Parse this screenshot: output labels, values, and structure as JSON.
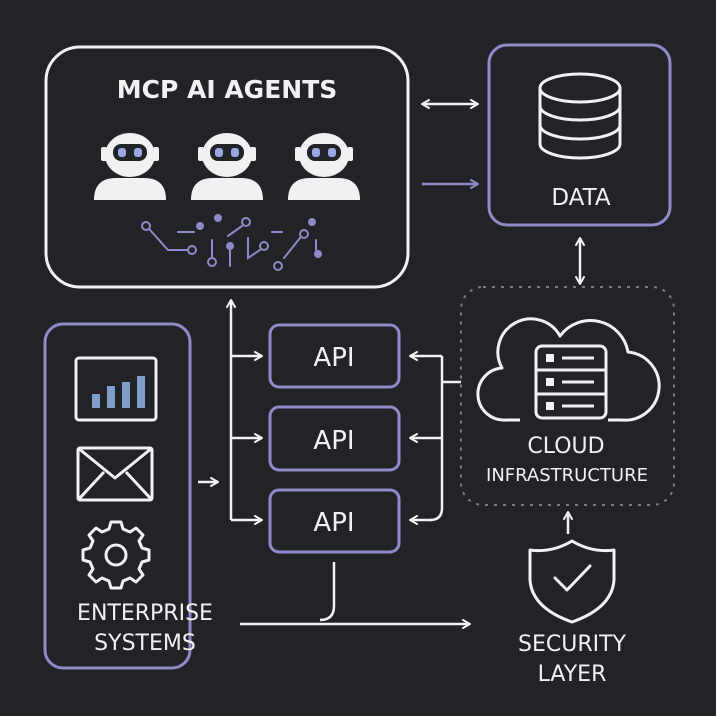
{
  "diagram": {
    "agents": {
      "title": "MCP AI AGENTS",
      "icon": "robot-icon",
      "count": 3
    },
    "data": {
      "label": "DATA",
      "icon": "database-icon"
    },
    "apis": [
      {
        "label": "API"
      },
      {
        "label": "API"
      },
      {
        "label": "API"
      }
    ],
    "cloud": {
      "label_line1": "CLOUD",
      "label_line2": "INFRASTRUCTURE",
      "icon": "cloud-server-icon"
    },
    "enterprise": {
      "label_line1": "ENTERPRISE",
      "label_line2": "SYSTEMS",
      "icons": [
        "bar-chart-icon",
        "mail-icon",
        "gear-icon"
      ]
    },
    "security": {
      "label_line1": "SECURITY",
      "label_line2": "LAYER",
      "icon": "shield-check-icon"
    }
  },
  "colors": {
    "background": "#222326",
    "white_stroke": "#f1f1f3",
    "accent_purple": "#8f8ac8",
    "accent_purple_dark": "#6f6aa8",
    "chart_bar": "#7f9ec9"
  }
}
